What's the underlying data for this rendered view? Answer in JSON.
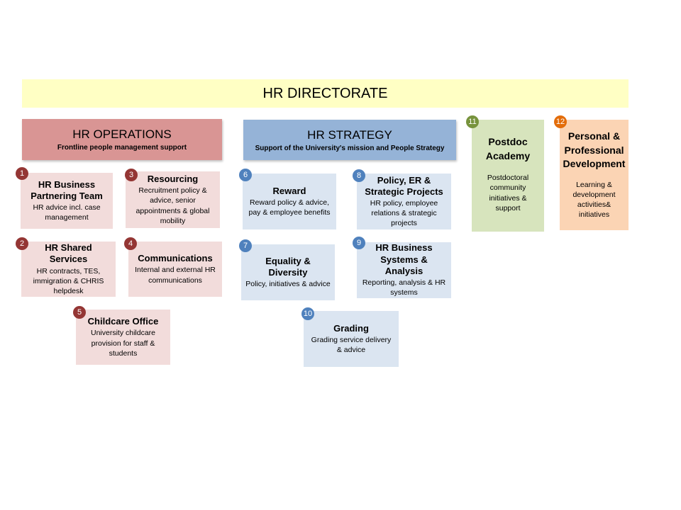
{
  "directorate": "HR DIRECTORATE",
  "operations": {
    "title": "HR OPERATIONS",
    "subtitle": "Frontline people management support"
  },
  "strategy": {
    "title": "HR STRATEGY",
    "subtitle": "Support of the University's mission and People Strategy"
  },
  "cards": [
    {
      "num": "1",
      "title": "HR Business Partnering Team",
      "desc": "HR advice incl. case management"
    },
    {
      "num": "2",
      "title": "HR Shared Services",
      "desc": "HR contracts, TES, immigration & CHRIS helpdesk"
    },
    {
      "num": "3",
      "title": "Resourcing",
      "desc": "Recruitment policy & advice, senior appointments & global mobility"
    },
    {
      "num": "4",
      "title": "Communications",
      "desc": "Internal and external HR communications"
    },
    {
      "num": "5",
      "title": "Childcare Office",
      "desc": "University childcare provision for staff & students"
    },
    {
      "num": "6",
      "title": "Reward",
      "desc": "Reward policy & advice, pay & employee benefits"
    },
    {
      "num": "7",
      "title": "Equality & Diversity",
      "desc": "Policy, initiatives & advice"
    },
    {
      "num": "8",
      "title": "Policy, ER & Strategic Projects",
      "desc": "HR policy, employee relations & strategic projects"
    },
    {
      "num": "9",
      "title": "HR Business Systems & Analysis",
      "desc": "Reporting, analysis & HR systems"
    },
    {
      "num": "10",
      "title": "Grading",
      "desc": "Grading service delivery & advice"
    },
    {
      "num": "11",
      "title": "Postdoc Academy",
      "desc": "Postdoctoral community initiatives & support"
    },
    {
      "num": "12",
      "title": "Personal & Professional Development",
      "desc": "Learning & development activities& initiatives"
    }
  ],
  "colors": {
    "directorate": "#ffffc4",
    "operations_header": "#d99594",
    "strategy_header": "#95b3d7",
    "operations_card": "#f2dcdb",
    "strategy_card": "#dbe5f1",
    "postdoc_card": "#d7e4bd",
    "development_card": "#fbd4b4"
  }
}
